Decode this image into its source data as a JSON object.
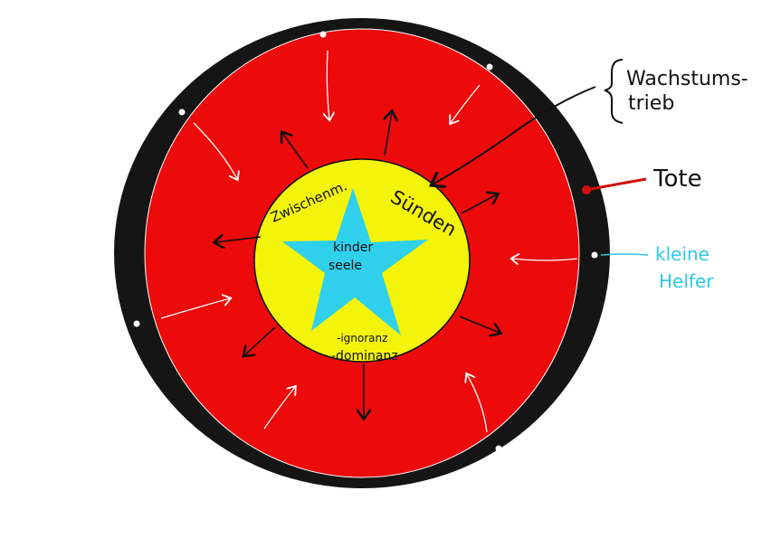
{
  "colors": {
    "outer_ring": "#151515",
    "red_zone": "#ec0a0a",
    "yellow_core": "#f4f40a",
    "star": "#2fd0ec",
    "ink": "#111111",
    "helper_label": "#2ec8e8",
    "dead_marker": "#d01010",
    "inner_arrows": "#ffffff"
  },
  "center": {
    "star_text_line1": "kinder",
    "star_text_line2": "seele"
  },
  "core_labels": {
    "top_left": "Zwischenm.",
    "top_right": "Sünden",
    "bottom_line1": "-ignoranz",
    "bottom_line2": "-dominanz"
  },
  "annotations": {
    "growth_line1": "Wachstums-",
    "growth_line2": "trieb",
    "dead": "Tote",
    "helpers_line1": "kleine",
    "helpers_line2": "Helfer"
  },
  "icons": {
    "growth_brace": "curly-brace-icon",
    "dead_marker": "red-dot-icon",
    "helper_dot": "white-dot-icon"
  }
}
